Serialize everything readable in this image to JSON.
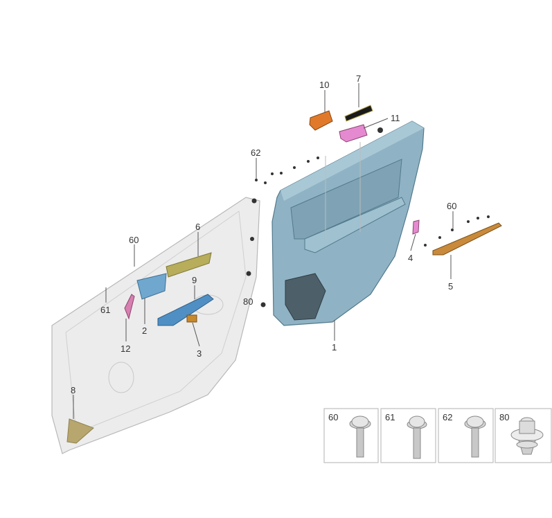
{
  "diagram": {
    "callouts": {
      "p1": "1",
      "p2": "2",
      "p3": "3",
      "p4": "4",
      "p5": "5",
      "p6": "6",
      "p7": "7",
      "p8": "8",
      "p9": "9",
      "p10": "10",
      "p11": "11",
      "p12": "12",
      "p60_left": "60",
      "p60_right": "60",
      "p61": "61",
      "p62": "62",
      "p80": "80"
    },
    "fastener_legend": [
      {
        "number": "60"
      },
      {
        "number": "61"
      },
      {
        "number": "62"
      },
      {
        "number": "80"
      }
    ],
    "colors": {
      "door_panel": "#8fb3c4",
      "inner_door": "#e6e6e6",
      "switch_orange": "#e07a2a",
      "switch_pink": "#e58ad0",
      "trim_strip": "#c98a3c",
      "handle_blue": "#4f8fc4"
    }
  }
}
